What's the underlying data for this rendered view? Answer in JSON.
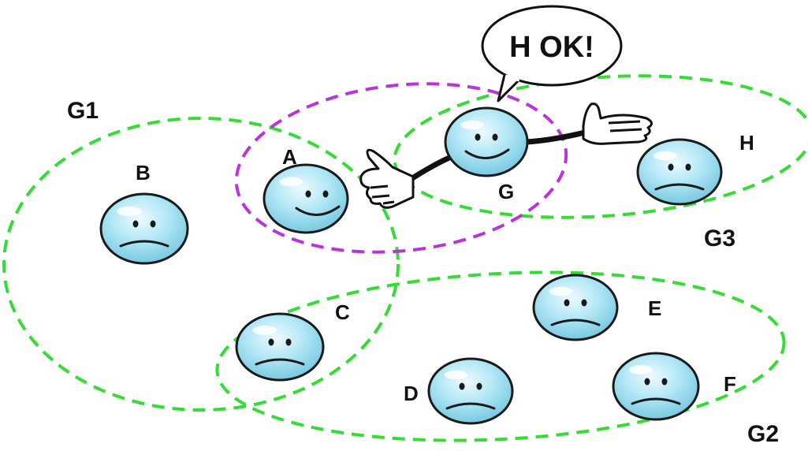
{
  "speech_bubble": {
    "text": "H OK!"
  },
  "groups": [
    {
      "id": "G1",
      "label": "G1",
      "color": "#33dd33"
    },
    {
      "id": "G2",
      "label": "G2",
      "color": "#33dd33"
    },
    {
      "id": "G3",
      "label": "G3",
      "color": "#33dd33"
    },
    {
      "id": "AG",
      "label": "",
      "color": "#bb33dd"
    }
  ],
  "nodes": [
    {
      "id": "A",
      "label": "A",
      "mood": "happy"
    },
    {
      "id": "B",
      "label": "B",
      "mood": "sad"
    },
    {
      "id": "C",
      "label": "C",
      "mood": "sad"
    },
    {
      "id": "D",
      "label": "D",
      "mood": "sad"
    },
    {
      "id": "E",
      "label": "E",
      "mood": "sad"
    },
    {
      "id": "F",
      "label": "F",
      "mood": "sad"
    },
    {
      "id": "G",
      "label": "G",
      "mood": "happy"
    },
    {
      "id": "H",
      "label": "H",
      "mood": "sad"
    }
  ],
  "colors": {
    "face_fill": "#a8e2f2",
    "face_stroke": "#1a1a1a",
    "highlight": "#ffffff"
  }
}
